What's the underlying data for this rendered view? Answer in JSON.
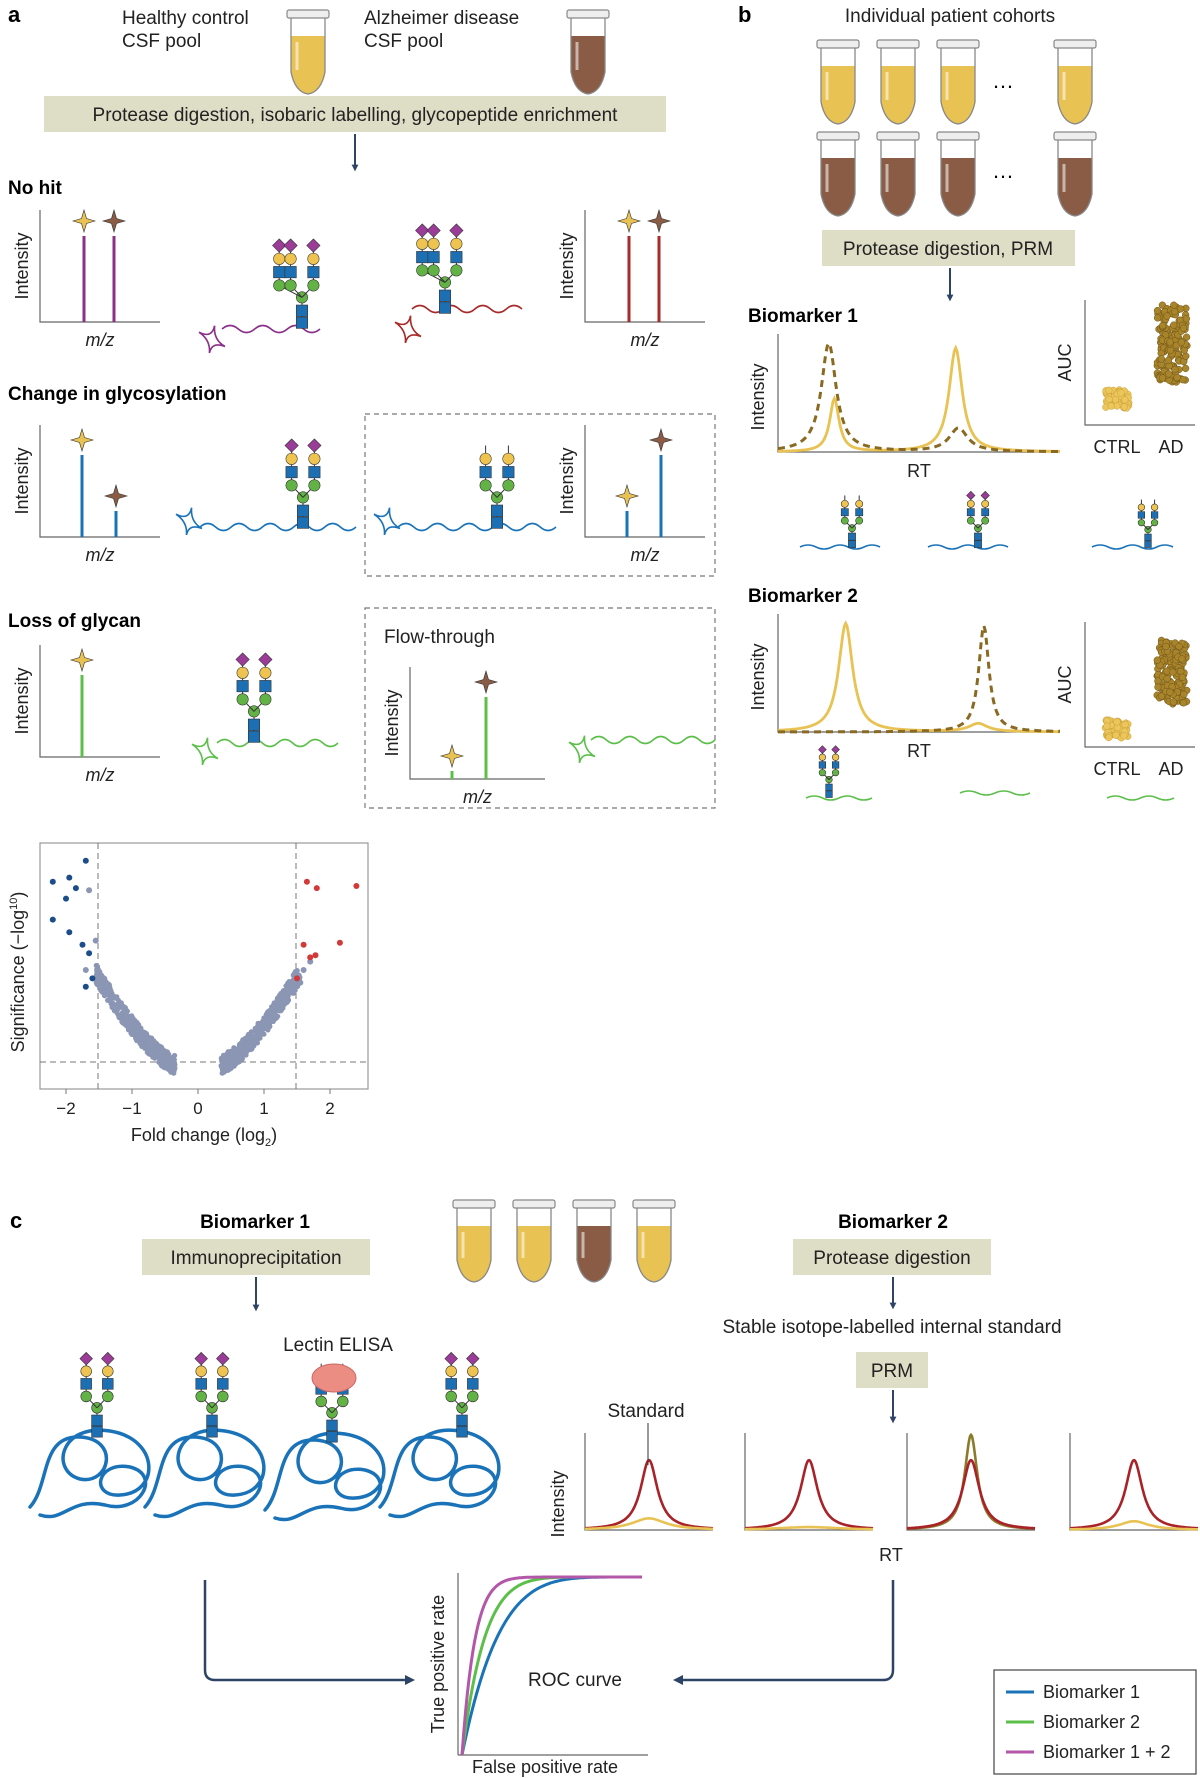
{
  "panels": {
    "a": "a",
    "b": "b",
    "c": "c"
  },
  "panel_a": {
    "control_label": [
      "Healthy control",
      "CSF pool"
    ],
    "ad_label": [
      "Alzheimer disease",
      "CSF pool"
    ],
    "step": "Protease digestion, isobaric labelling, glycopeptide enrichment",
    "rows": [
      "No hit",
      "Change in glycosylation",
      "Loss of glycan"
    ],
    "intensity": "Intensity",
    "mz": "m/z",
    "flow_through": "Flow-through"
  },
  "volcano": {
    "ylabel_main": "Significance (−log",
    "ylabel_sup": "10",
    "ylabel_end": ")",
    "xlabel_main": "Fold change (log",
    "xlabel_sub": "2",
    "xlabel_end": ")",
    "xticks": [
      "−2",
      "−1",
      "0",
      "1",
      "2"
    ]
  },
  "panel_b": {
    "title": "Individual patient cohorts",
    "ellipsis": "…",
    "step": "Protease digestion, PRM",
    "biomarker1": "Biomarker 1",
    "biomarker2": "Biomarker 2",
    "intensity": "Intensity",
    "rt": "RT",
    "auc": "AUC",
    "ctrl": "CTRL",
    "ad": "AD"
  },
  "panel_c": {
    "biomarker1": "Biomarker 1",
    "biomarker2": "Biomarker 2",
    "immuno": "Immunoprecipitation",
    "protease": "Protease digestion",
    "lectin": "Lectin ELISA",
    "stable": "Stable isotope-labelled internal standard",
    "prm": "PRM",
    "standard": "Standard",
    "intensity": "Intensity",
    "rt": "RT",
    "roc": "ROC curve",
    "tpr": "True positive rate",
    "fpr": "False positive rate"
  },
  "legend": [
    {
      "label": "Biomarker 1",
      "color": "#1a73b8"
    },
    {
      "label": "Biomarker 2",
      "color": "#5cbf4a"
    },
    {
      "label": "Biomarker 1 + 2",
      "color": "#b357a8"
    }
  ],
  "colors": {
    "control": "#e8c253",
    "ad": "#8a5b45",
    "step_bg": "#deddc6",
    "arrow": "#2e4466",
    "blue": "#1a73b8",
    "green": "#5cbf4a",
    "purple": "#8a2f8a",
    "red": "#a82a2a",
    "std": "#a82228",
    "volcano_grey": "#8b96b4",
    "volcano_blue": "#1a4d8a",
    "volcano_red": "#d23a3a",
    "auc_ctrl": "#ecc65a",
    "auc_ad": "#a8842a"
  }
}
